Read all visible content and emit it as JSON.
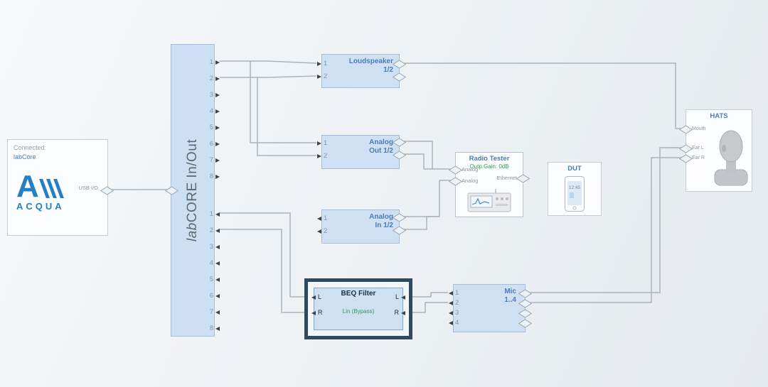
{
  "acqua_panel": {
    "status_label": "Connected:",
    "device_name": "labCore",
    "logo_text": "ACQUA",
    "usb_label": "USB I/O"
  },
  "labcore": {
    "title_prefix": "lab",
    "title_main": "CORE In/Out",
    "out_ports": [
      "1",
      "2",
      "3",
      "4",
      "5",
      "6",
      "7",
      "8"
    ],
    "in_ports": [
      "1",
      "2",
      "3",
      "4",
      "5",
      "6",
      "7",
      "8"
    ]
  },
  "loudspeaker": {
    "title": "Loudspeaker",
    "subtitle": "1/2",
    "ports": [
      "1",
      "2"
    ]
  },
  "analog_out": {
    "title": "Analog",
    "subtitle": "Out 1/2",
    "ports": [
      "1",
      "2"
    ]
  },
  "analog_in": {
    "title": "Analog",
    "subtitle": "In 1/2",
    "ports": [
      "1",
      "2"
    ]
  },
  "radio_tester": {
    "title": "Radio Tester",
    "gain": "Outp.Gain: 0dB",
    "analog_port_1": "Analog",
    "analog_port_2": "Analog",
    "ethernet_port": "Ethernet"
  },
  "dut": {
    "title": "DUT",
    "phone_time": "12:45"
  },
  "hats": {
    "title": "HATS",
    "mouth_port": "Mouth",
    "ear_l_port": "Ear L",
    "ear_r_port": "Ear R"
  },
  "beq_filter": {
    "title": "BEQ Filter",
    "mode": "Lin (Bypass)",
    "left_ports": [
      "L",
      "R"
    ],
    "right_ports": [
      "L",
      "R"
    ]
  },
  "mic": {
    "title": "Mic",
    "subtitle": "1..4",
    "ports": [
      "1",
      "2",
      "3",
      "4"
    ]
  },
  "colors": {
    "accent_blue": "#4a7cb8",
    "logo_blue": "#2580c3",
    "status_green": "#2f9e4e",
    "highlight_border": "#2f4a5c",
    "block_fill": "#cfe0f2"
  }
}
